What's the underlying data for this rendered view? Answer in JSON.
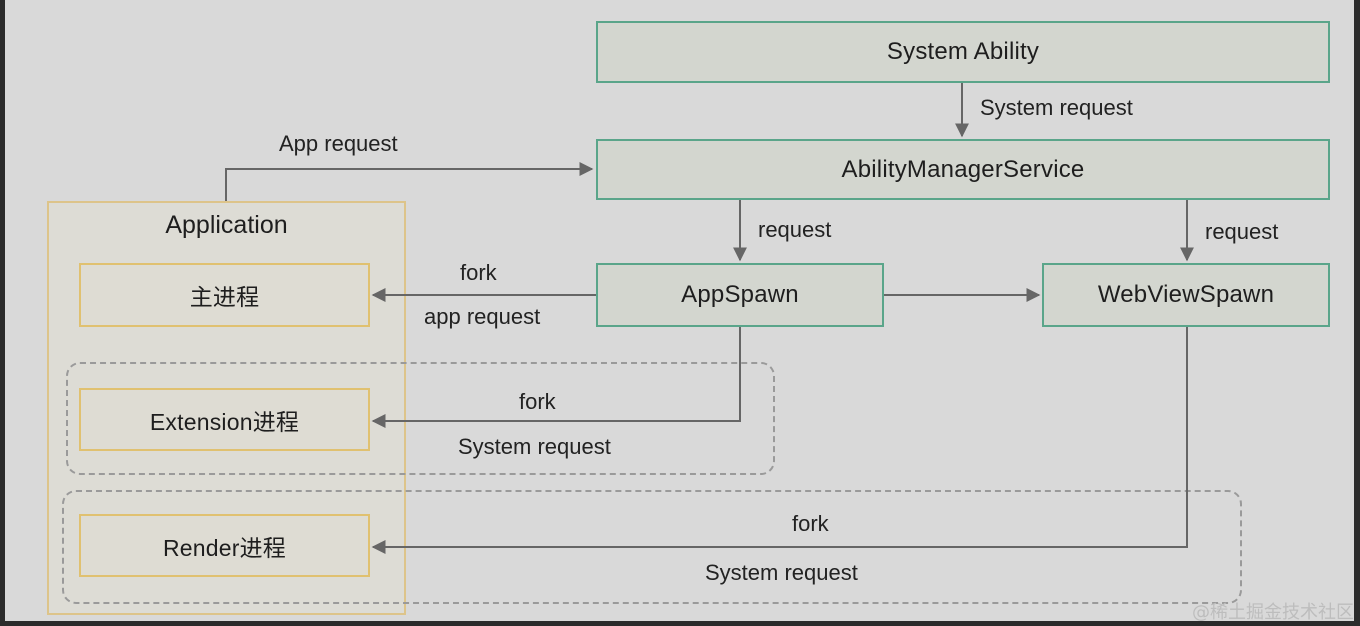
{
  "diagram": {
    "nodes": {
      "system_ability": "System Ability",
      "ability_manager": "AbilityManagerService",
      "app_spawn": "AppSpawn",
      "webview_spawn": "WebViewSpawn",
      "application": "Application",
      "main_process": "主进程",
      "extension_process": "Extension进程",
      "render_process": "Render进程"
    },
    "edges": {
      "system_request": "System request",
      "app_request": "App request",
      "request_to_appspawn": "request",
      "request_to_webview": "request",
      "fork_main": "fork",
      "app_request_main": "app request",
      "fork_extension": "fork",
      "system_request_extension": "System request",
      "fork_render": "fork",
      "system_request_render": "System request"
    },
    "colors": {
      "node_border": "#5aa58a",
      "process_border": "#e0c170",
      "arrow": "#666666",
      "background": "#d9d9d9"
    }
  },
  "watermark": "@稀土掘金技术社区"
}
